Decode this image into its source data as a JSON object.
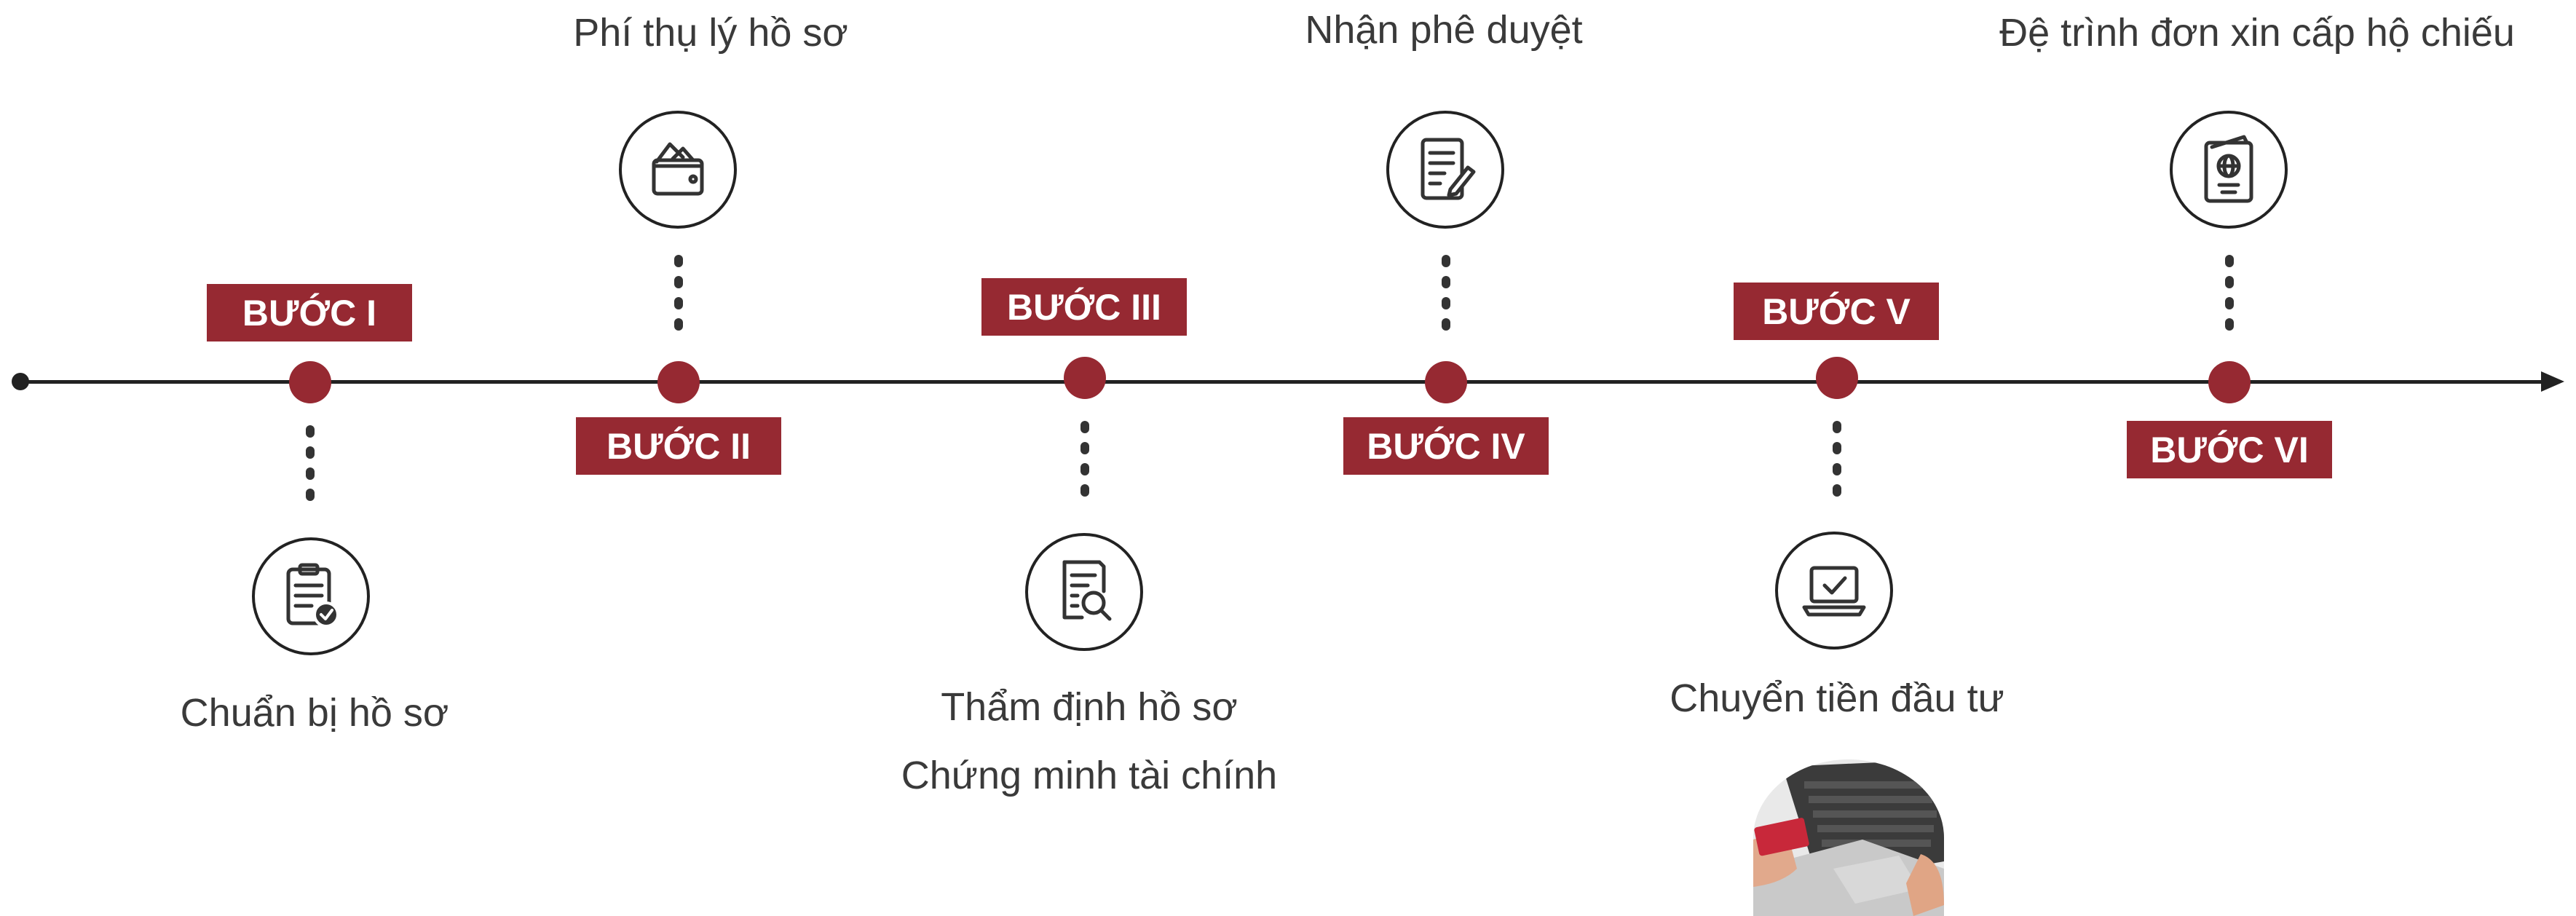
{
  "steps": [
    {
      "badge": "BƯỚC I",
      "label": "Chuẩn bị hồ sơ",
      "icon": "clipboard-check-icon"
    },
    {
      "badge": "BƯỚC II",
      "label": "Phí thụ lý hồ sơ",
      "icon": "wallet-icon"
    },
    {
      "badge": "BƯỚC III",
      "label": "Thẩm định hồ sơ",
      "label2": "Chứng minh tài chính",
      "icon": "document-search-icon"
    },
    {
      "badge": "BƯỚC IV",
      "label": "Nhận phê duyệt",
      "icon": "document-pen-icon"
    },
    {
      "badge": "BƯỚC V",
      "label": "Chuyển tiền đầu tư",
      "icon": "laptop-check-icon"
    },
    {
      "badge": "BƯỚC VI",
      "label": "Đệ trình đơn xin cấp hộ chiếu",
      "icon": "passport-icon"
    }
  ],
  "colors": {
    "accent": "#962932",
    "line": "#222222",
    "text": "#3a3a3a"
  }
}
